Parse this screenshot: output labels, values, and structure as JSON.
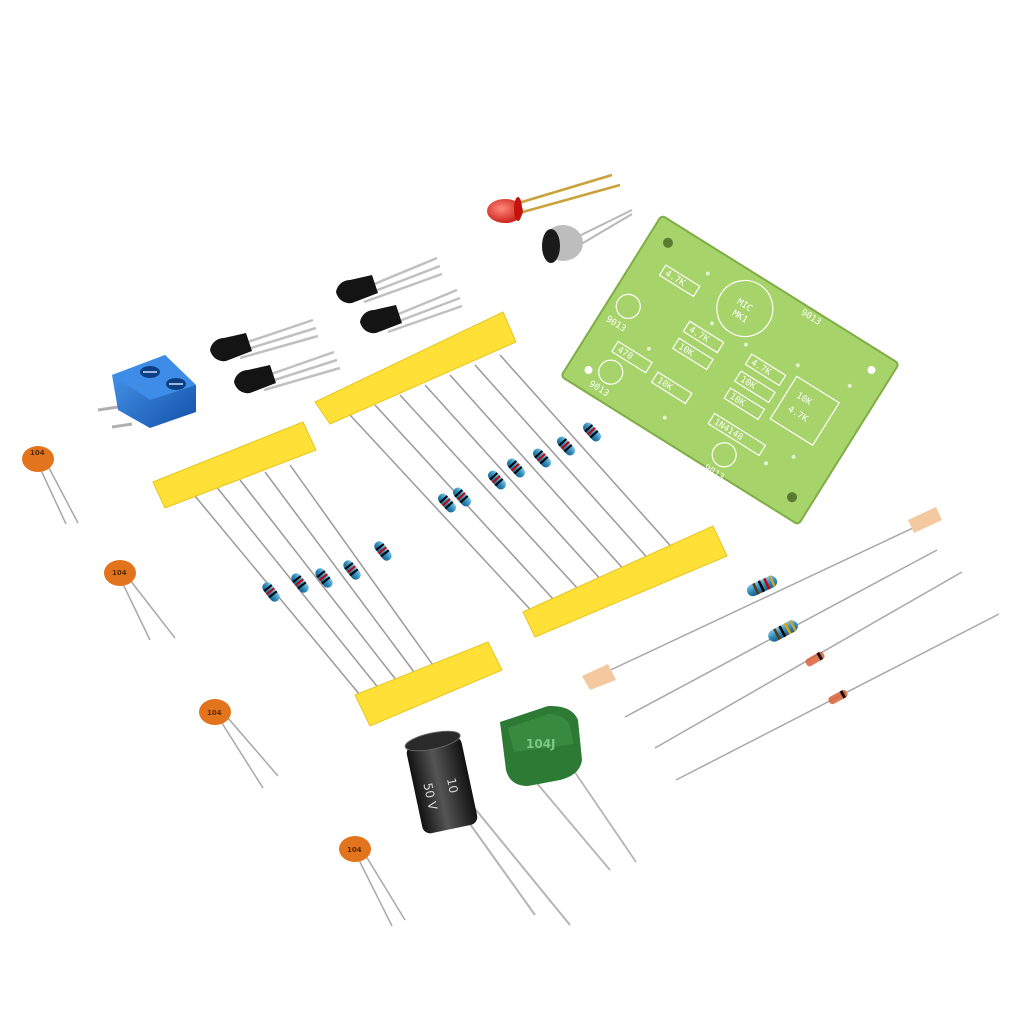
{
  "pcb": {
    "silkscreen": [
      "MIC",
      "MK1",
      "4.7K",
      "4.7K",
      "10K",
      "4.7K",
      "10K",
      "10K",
      "470",
      "10K",
      "10K",
      "4.7K",
      "1N4148",
      "9013",
      "9013",
      "9013",
      "9013"
    ]
  },
  "electrolytic_capacitor": {
    "markings": [
      "50 V",
      "10"
    ]
  },
  "film_capacitor": {
    "marking": "104J"
  },
  "ceramic_capacitors": {
    "marking": "104"
  },
  "colors": {
    "background": "#ffffff",
    "pcb": "#a6d36a",
    "tape": "#ffe037",
    "terminal": "#1f6fd0",
    "resistor": "#2f8fbf",
    "ceramic": "#e2741e",
    "film": "#2d7a34",
    "led": "#e8261d"
  }
}
